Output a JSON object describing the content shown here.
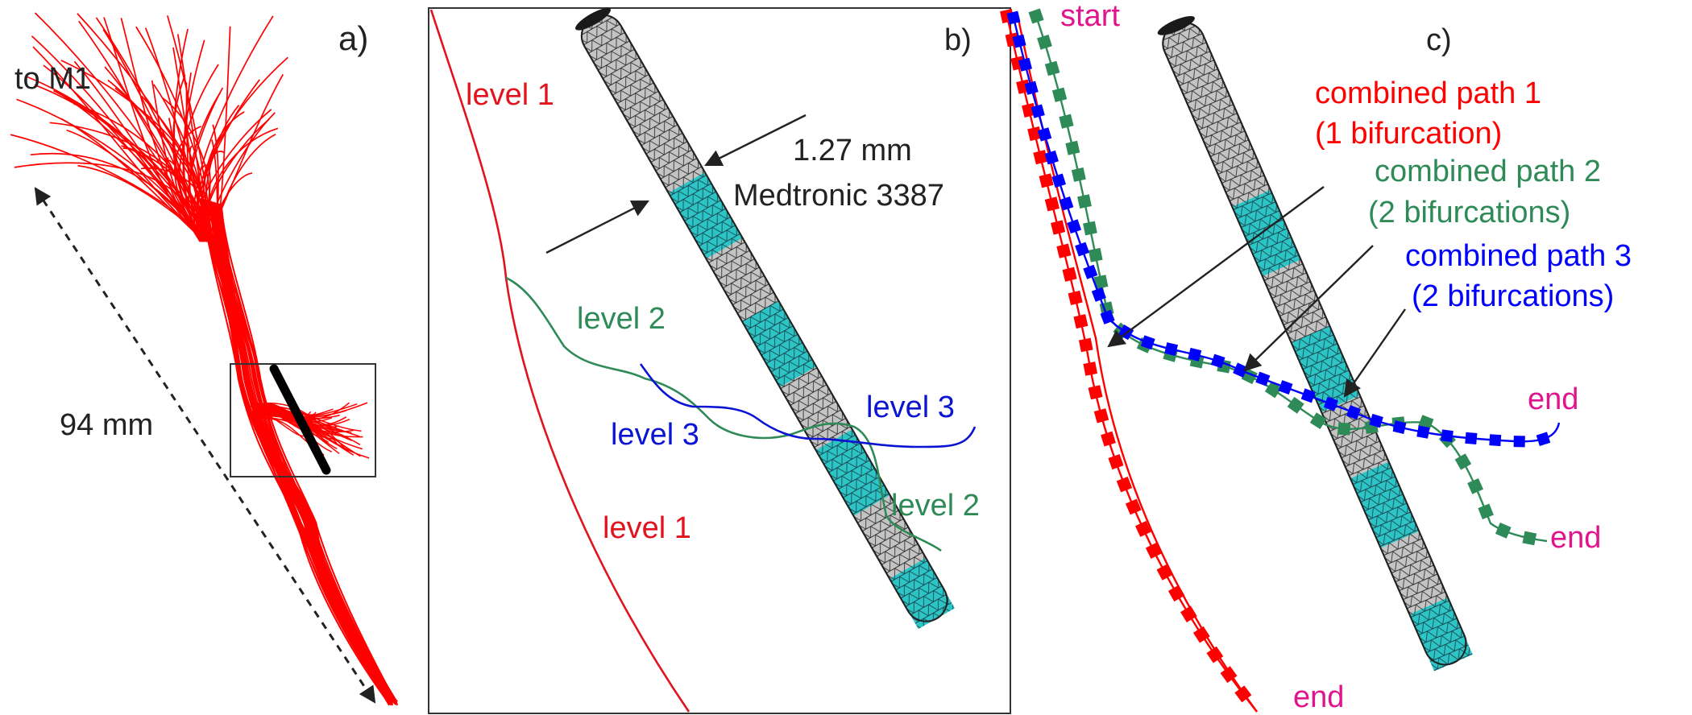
{
  "colors": {
    "fiber": "#ff0000",
    "level1": "#e0141e",
    "level2": "#2e8b57",
    "level3": "#0a14d2",
    "path1": "#ff0000",
    "path2": "#2e8b57",
    "path3": "#0000ff",
    "endpoint": "#e0148c",
    "lead_grey": "#b8b8b8",
    "lead_contact": "#2cc4c4",
    "frame": "#333333",
    "text": "#222222"
  },
  "panel_a": {
    "label": "a)",
    "target_label": "to M1",
    "distance_label": "94 mm"
  },
  "panel_b": {
    "label": "b)",
    "diameter_label": "1.27 mm",
    "model_label": "Medtronic 3387",
    "level1_top": "level 1",
    "level1_bottom": "level 1",
    "level2_left": "level 2",
    "level2_right": "level 2",
    "level3_left": "level 3",
    "level3_right": "level 3"
  },
  "panel_c": {
    "label": "c)",
    "start_label": "start",
    "end_labels": [
      "end",
      "end",
      "end"
    ],
    "legend": [
      {
        "title": "combined path 1",
        "subtitle": "(1 bifurcation)",
        "color_key": "path1"
      },
      {
        "title": "combined path 2",
        "subtitle": "(2 bifurcations)",
        "color_key": "path2"
      },
      {
        "title": "combined path 3",
        "subtitle": "(2 bifurcations)",
        "color_key": "path3"
      }
    ]
  },
  "lead": {
    "icon": "dbs-lead-electrode-icon"
  }
}
